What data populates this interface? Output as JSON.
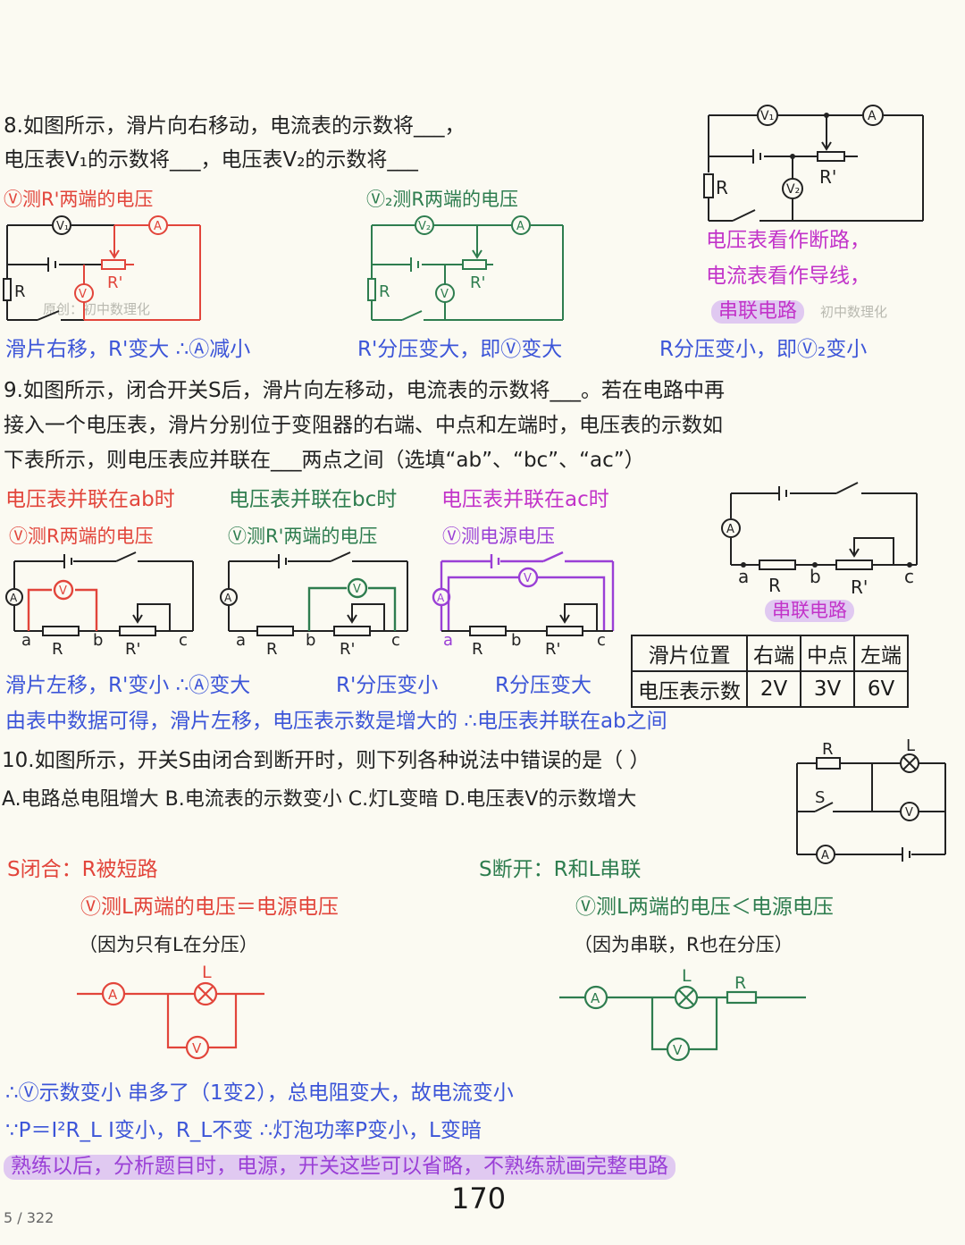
{
  "q8": {
    "line1": "8.如图所示，滑片向右移动，电流表的示数将___，",
    "line2": "电压表V₁的示数将___，电压表V₂的示数将___",
    "note_v1": "Ⓥ测R'两端的电压",
    "note_v2": "Ⓥ₂测R两端的电压",
    "hint1": "电压表看作断路，",
    "hint2": "电流表看作导线，",
    "hint3": "串联电路",
    "watermark": "初中数理化",
    "watermark_src": "原创：初中数理化",
    "ans1": "滑片右移，R'变大 ∴Ⓐ减小",
    "ans2": "R'分压变大，即Ⓥ变大",
    "ans3": "R分压变小，即Ⓥ₂变小"
  },
  "q9": {
    "line1": "9.如图所示，闭合开关S后，滑片向左移动，电流表的示数将___。若在电路中再",
    "line2": "接入一个电压表，滑片分别位于变阻器的右端、中点和左端时，电压表的示数如",
    "line3": "下表所示，则电压表应并联在___两点之间（选填“ab”、“bc”、“ac”）",
    "case_ab": "电压表并联在ab时",
    "case_bc": "电压表并联在bc时",
    "case_ac": "电压表并联在ac时",
    "sub_ab": "Ⓥ测R两端的电压",
    "sub_bc": "Ⓥ测R'两端的电压",
    "sub_ac": "Ⓥ测电源电压",
    "series_label": "串联电路",
    "table": {
      "header": [
        "滑片位置",
        "右端",
        "中点",
        "左端"
      ],
      "row": [
        "电压表示数",
        "2V",
        "3V",
        "6V"
      ]
    },
    "ans1": "滑片左移，R'变小 ∴Ⓐ变大",
    "ans2": "R'分压变小",
    "ans3": "R分压变大",
    "conclusion": "由表中数据可得，滑片左移，电压表示数是增大的 ∴电压表并联在ab之间"
  },
  "q10": {
    "line1": "10.如图所示，开关S由闭合到断开时，则下列各种说法中错误的是（ ）",
    "options": "A.电路总电阻增大  B.电流表的示数变小  C.灯L变暗    D.电压表V的示数增大",
    "closed_title": "S闭合：R被短路",
    "closed_note": "Ⓥ测L两端的电压＝电源电压",
    "closed_reason": "（因为只有L在分压）",
    "open_title": "S断开：R和L串联",
    "open_note": "Ⓥ测L两端的电压＜电源电压",
    "open_reason": "（因为串联，R也在分压）",
    "sum1": "∴Ⓥ示数变小   串多了（1变2），总电阻变大，故电流变小",
    "sum2": "∵P＝I²R_L  I变小，R_L不变  ∴灯泡功率P变小，L变暗",
    "sum3": "熟练以后，分析题目时，电源，开关这些可以省略，不熟练就画完整电路"
  },
  "page": {
    "number": "170",
    "pager": "5 / 322"
  },
  "labels": {
    "R": "R",
    "Rp": "R'",
    "a": "a",
    "b": "b",
    "c": "c",
    "L": "L",
    "S": "S",
    "A": "A",
    "V": "V",
    "V1": "V₁",
    "V2": "V₂"
  }
}
